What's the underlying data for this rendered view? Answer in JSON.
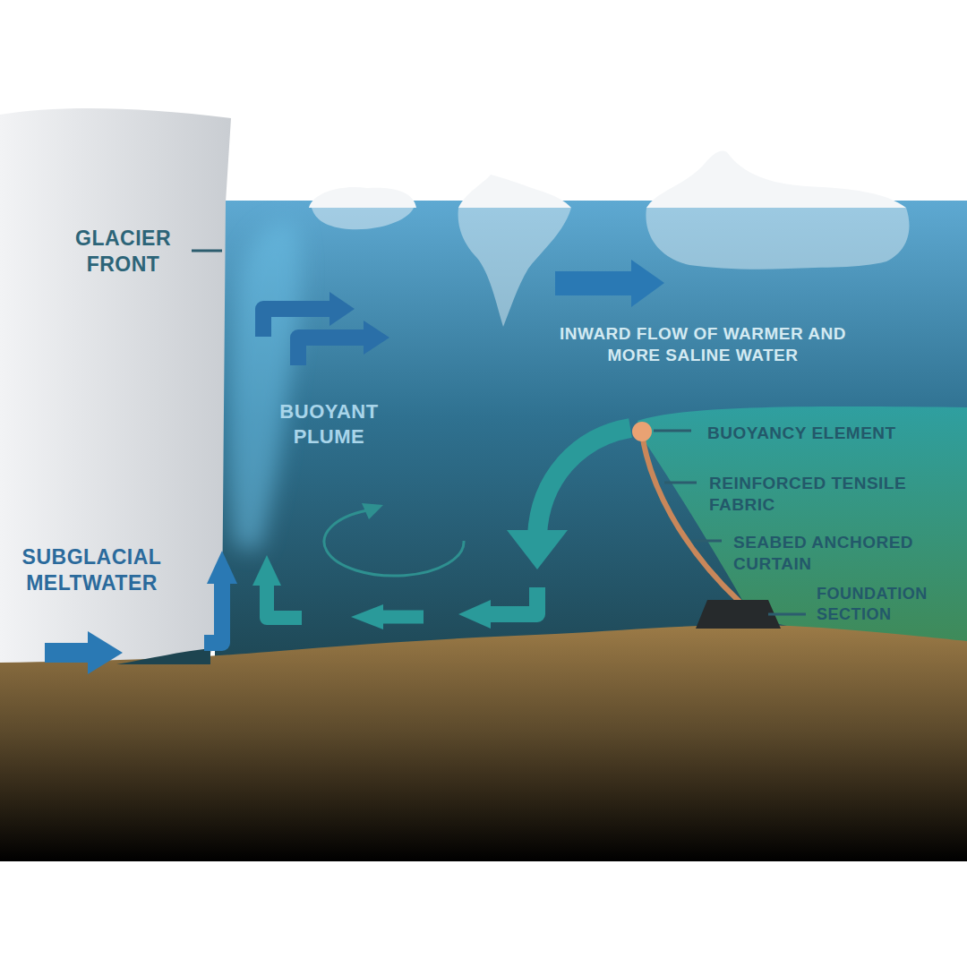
{
  "diagram": {
    "labels": [
      "GLACIER FRONT",
      "BUOYANT PLUME",
      "SUBGLACIAL MELTWATER",
      "INWARD FLOW OF WARMER AND MORE SALINE WATER",
      "BUOYANCY ELEMENT",
      "REINFORCED TENSILE FABRIC",
      "SEABED ANCHORED CURTAIN",
      "FOUNDATION SECTION"
    ]
  }
}
